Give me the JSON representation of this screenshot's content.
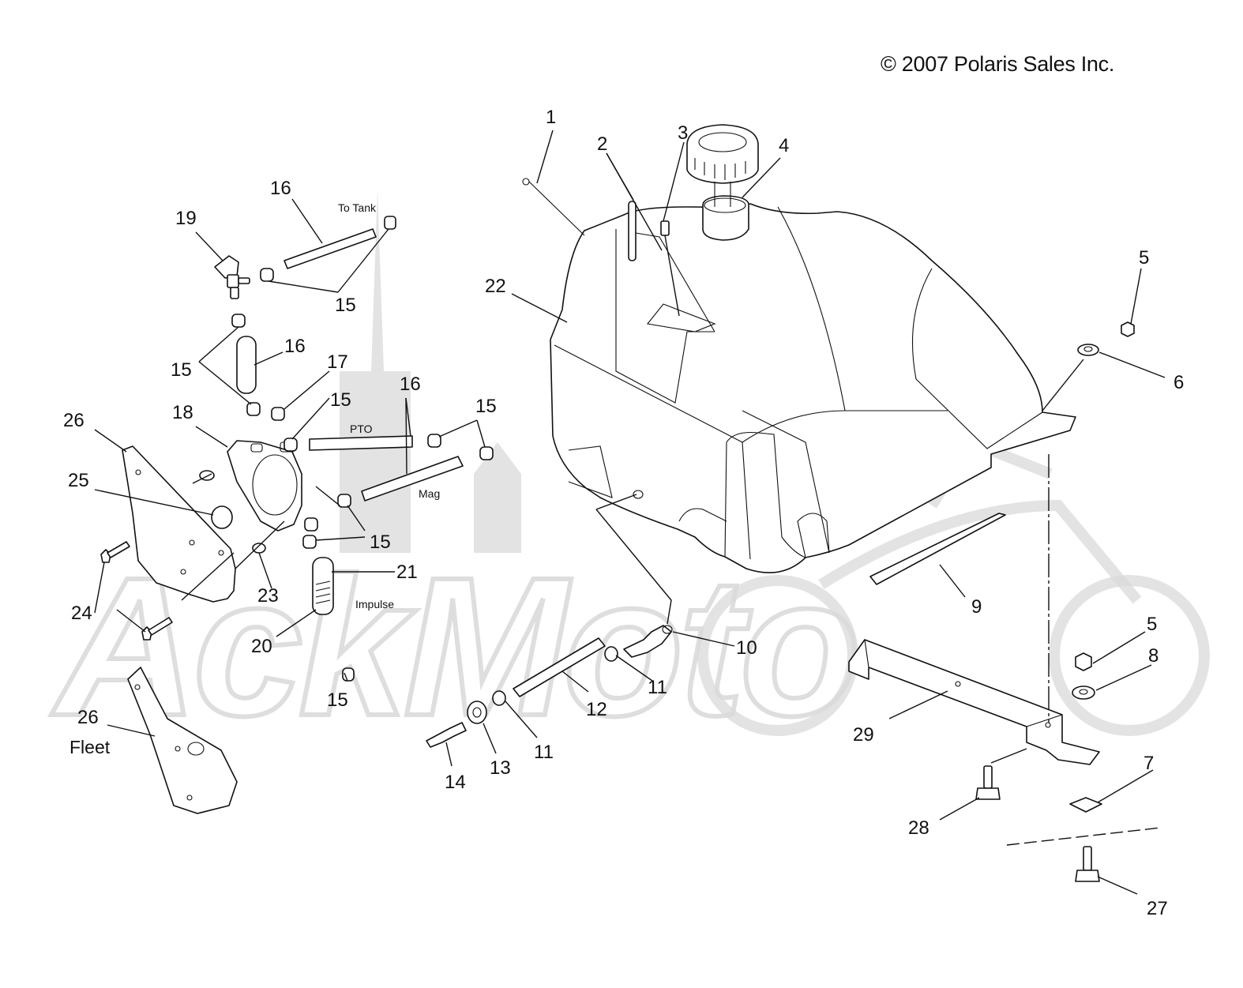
{
  "copyright": "© 2007 Polaris Sales Inc.",
  "watermark": "AckMoto",
  "callouts": [
    {
      "id": "c1",
      "text": "1"
    },
    {
      "id": "c2",
      "text": "2"
    },
    {
      "id": "c3",
      "text": "3"
    },
    {
      "id": "c4",
      "text": "4"
    },
    {
      "id": "c5a",
      "text": "5"
    },
    {
      "id": "c6",
      "text": "6"
    },
    {
      "id": "c22",
      "text": "22"
    },
    {
      "id": "c16a",
      "text": "16"
    },
    {
      "id": "c19",
      "text": "19"
    },
    {
      "id": "c15a",
      "text": "15"
    },
    {
      "id": "c16b",
      "text": "16"
    },
    {
      "id": "c15b",
      "text": "15"
    },
    {
      "id": "c17",
      "text": "17"
    },
    {
      "id": "c16c",
      "text": "16"
    },
    {
      "id": "c15c",
      "text": "15"
    },
    {
      "id": "c15d",
      "text": "15"
    },
    {
      "id": "c26a",
      "text": "26"
    },
    {
      "id": "c18",
      "text": "18"
    },
    {
      "id": "c25",
      "text": "25"
    },
    {
      "id": "c15e",
      "text": "15"
    },
    {
      "id": "c21",
      "text": "21"
    },
    {
      "id": "c23",
      "text": "23"
    },
    {
      "id": "c24",
      "text": "24"
    },
    {
      "id": "c20",
      "text": "20"
    },
    {
      "id": "c15f",
      "text": "15"
    },
    {
      "id": "c9",
      "text": "9"
    },
    {
      "id": "c10",
      "text": "10"
    },
    {
      "id": "c11a",
      "text": "11"
    },
    {
      "id": "c12",
      "text": "12"
    },
    {
      "id": "c11b",
      "text": "11"
    },
    {
      "id": "c13",
      "text": "13"
    },
    {
      "id": "c14",
      "text": "14"
    },
    {
      "id": "c5b",
      "text": "5"
    },
    {
      "id": "c8",
      "text": "8"
    },
    {
      "id": "c29",
      "text": "29"
    },
    {
      "id": "c7",
      "text": "7"
    },
    {
      "id": "c28",
      "text": "28"
    },
    {
      "id": "c27",
      "text": "27"
    },
    {
      "id": "c26b",
      "text": "26"
    }
  ],
  "labels": {
    "to_tank": "To Tank",
    "pto": "PTO",
    "mag": "Mag",
    "impulse": "Impulse",
    "fleet": "Fleet"
  }
}
